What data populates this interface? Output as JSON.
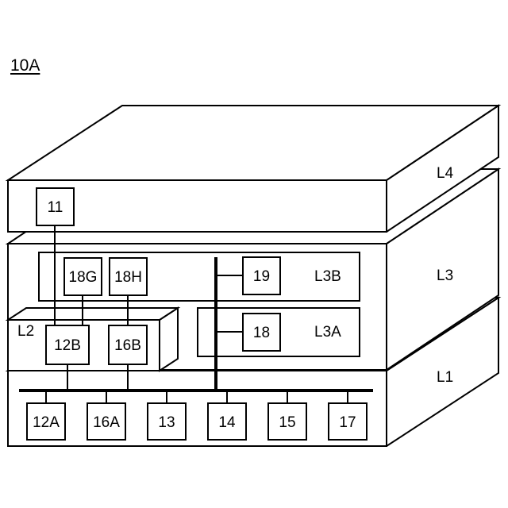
{
  "figure": {
    "label": "10A"
  },
  "layers": {
    "l4": "L4",
    "l3": "L3",
    "l3a": "L3A",
    "l3b": "L3B",
    "l2": "L2",
    "l1": "L1"
  },
  "components": {
    "c11": "11",
    "c18g": "18G",
    "c18h": "18H",
    "c19": "19",
    "c18": "18",
    "c12b": "12B",
    "c16b": "16B",
    "c12a": "12A",
    "c16a": "16A",
    "c13": "13",
    "c14": "14",
    "c15": "15",
    "c17": "17"
  }
}
